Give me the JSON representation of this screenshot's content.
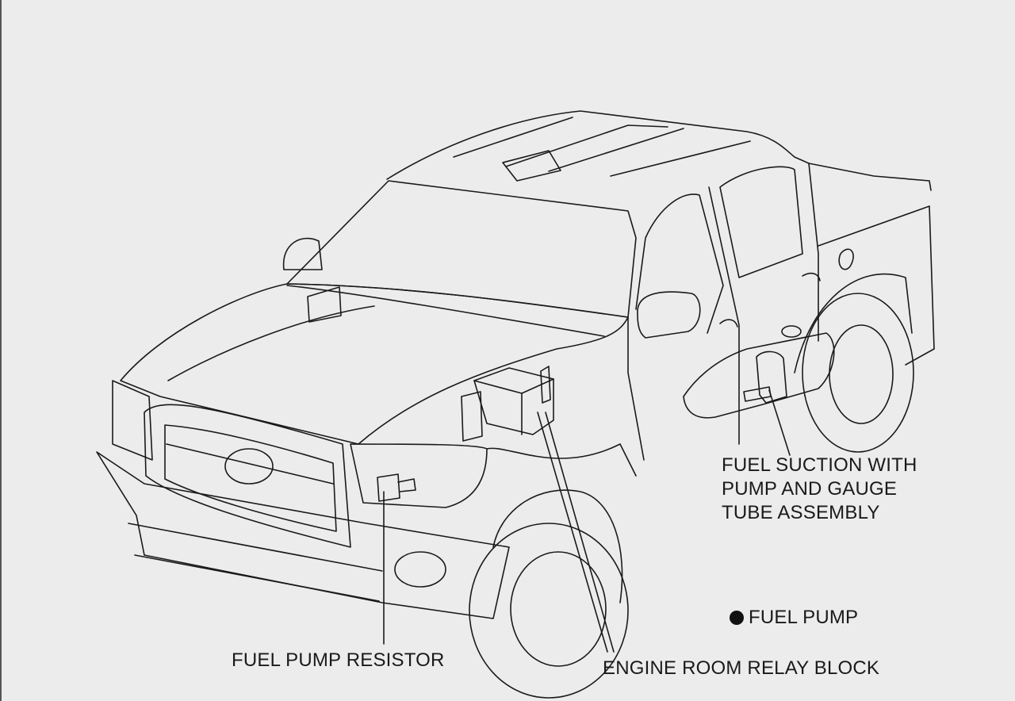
{
  "labels": {
    "fuel_suction": [
      "FUEL SUCTION WITH",
      "PUMP AND GAUGE",
      "TUBE ASSEMBLY"
    ],
    "fuel_pump": "FUEL PUMP",
    "fuel_pump_resistor": "FUEL PUMP RESISTOR",
    "engine_room_relay_block": "ENGINE ROOM RELAY BLOCK"
  },
  "colors": {
    "background": "#ececec",
    "line": "#1a1a1a",
    "bullet": "#111111"
  }
}
